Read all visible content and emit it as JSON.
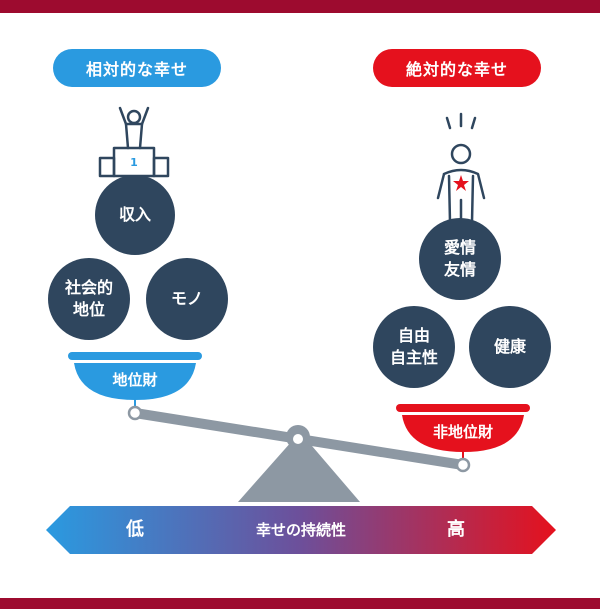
{
  "left_label": "相対的な幸せ",
  "right_label": "絶対的な幸せ",
  "left_balls": {
    "income": "収入",
    "social_status": "社会的\n地位",
    "things": "モノ"
  },
  "right_balls": {
    "love_friendship": "愛情\n友情",
    "autonomy": "自由\n自主性",
    "health": "健康"
  },
  "left_pan_label": "地位財",
  "right_pan_label": "非地位財",
  "podium_number": "1",
  "arrow": {
    "low": "低",
    "center": "幸せの持続性",
    "high": "高"
  },
  "colors": {
    "blue": "#2a9ae0",
    "red": "#e5111d",
    "navy": "#2f465e",
    "scale_gray": "#8d98a3",
    "frame": "#9d0b2f"
  }
}
